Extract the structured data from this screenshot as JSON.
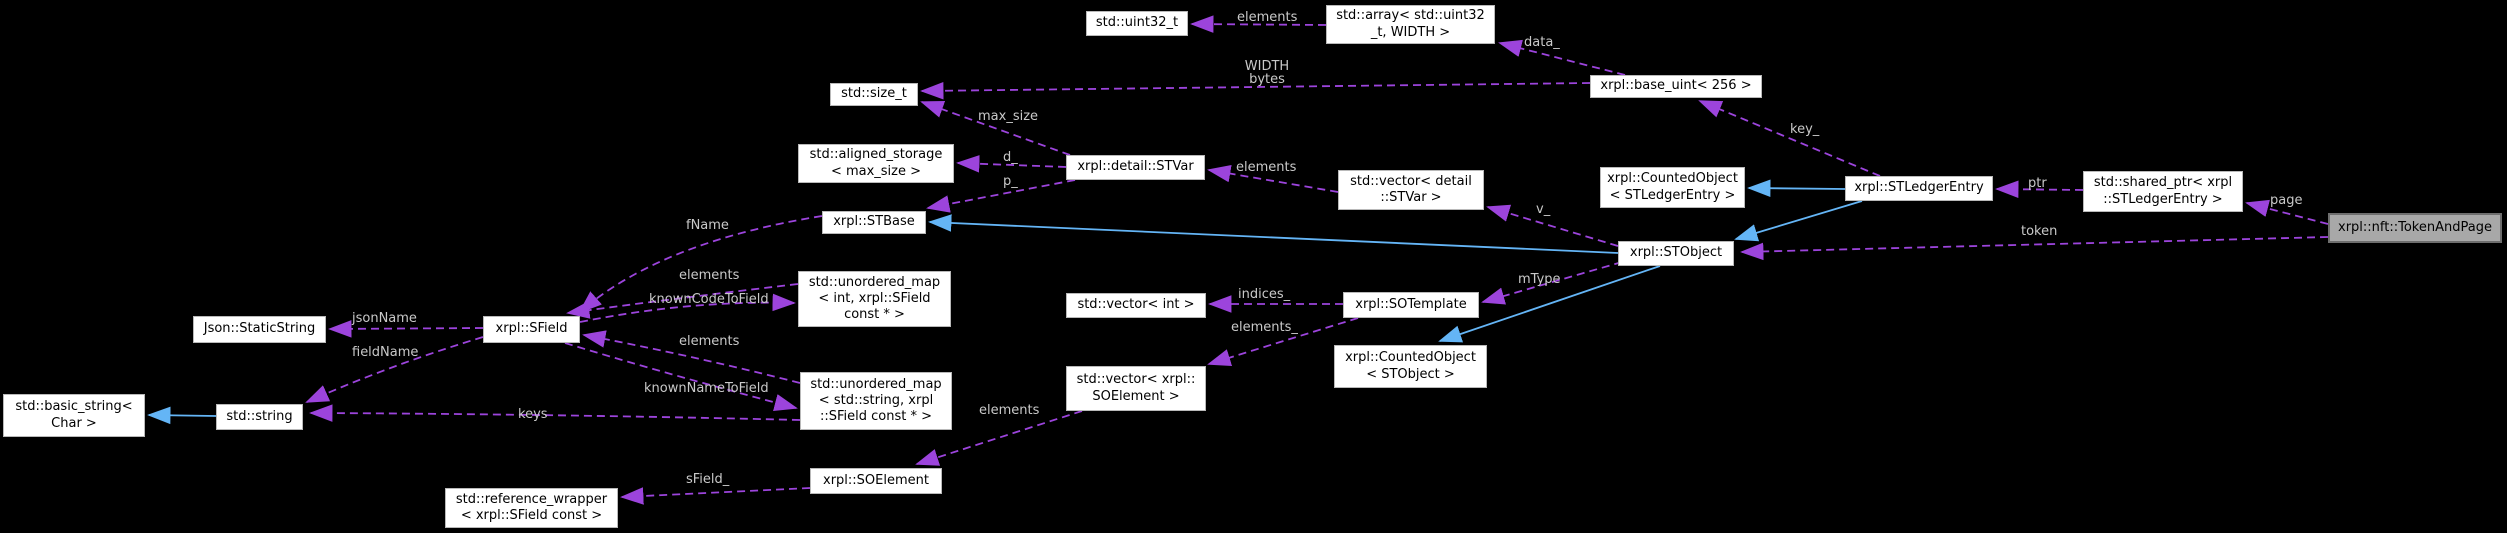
{
  "colors": {
    "background": "#000000",
    "node_fill": "#ffffff",
    "node_border": "#b9b9b9",
    "node_text": "#000000",
    "highlight_fill": "#a8a8a8",
    "highlight_border": "#6e6e6e",
    "usage_edge": "#9c44dc",
    "inheritance_edge": "#64b5f6",
    "edge_label": "#c9c9c9"
  },
  "nodes": [
    {
      "id": "uint32_t",
      "label": "std::uint32_t",
      "highlighted": false
    },
    {
      "id": "array_uint32",
      "label": "std::array< std::uint32\n_t, WIDTH >",
      "highlighted": false
    },
    {
      "id": "base_uint",
      "label": "xrpl::base_uint< 256 >",
      "highlighted": false
    },
    {
      "id": "size_t",
      "label": "std::size_t",
      "highlighted": false
    },
    {
      "id": "aligned_storage",
      "label": "std::aligned_storage\n< max_size >",
      "highlighted": false
    },
    {
      "id": "stvar",
      "label": "xrpl::detail::STVar",
      "highlighted": false
    },
    {
      "id": "vector_stvar",
      "label": "std::vector< detail\n::STVar >",
      "highlighted": false
    },
    {
      "id": "counted_sle",
      "label": "xrpl::CountedObject\n< STLedgerEntry >",
      "highlighted": false
    },
    {
      "id": "stledgerentry",
      "label": "xrpl::STLedgerEntry",
      "highlighted": false
    },
    {
      "id": "shared_ptr",
      "label": "std::shared_ptr< xrpl\n::STLedgerEntry >",
      "highlighted": false
    },
    {
      "id": "token_and_page",
      "label": "xrpl::nft::TokenAndPage",
      "highlighted": true
    },
    {
      "id": "stbase",
      "label": "xrpl::STBase",
      "highlighted": false
    },
    {
      "id": "stobject",
      "label": "xrpl::STObject",
      "highlighted": false
    },
    {
      "id": "static_string",
      "label": "Json::StaticString",
      "highlighted": false
    },
    {
      "id": "sfield",
      "label": "xrpl::SField",
      "highlighted": false
    },
    {
      "id": "umap_int",
      "label": "std::unordered_map\n< int, xrpl::SField\nconst * >",
      "highlighted": false
    },
    {
      "id": "vector_int",
      "label": "std::vector< int >",
      "highlighted": false
    },
    {
      "id": "sotemplate",
      "label": "xrpl::SOTemplate",
      "highlighted": false
    },
    {
      "id": "counted_stobject",
      "label": "xrpl::CountedObject\n< STObject >",
      "highlighted": false
    },
    {
      "id": "basic_string",
      "label": "std::basic_string<\nChar >",
      "highlighted": false
    },
    {
      "id": "string",
      "label": "std::string",
      "highlighted": false
    },
    {
      "id": "umap_string",
      "label": "std::unordered_map\n< std::string, xrpl\n::SField const * >",
      "highlighted": false
    },
    {
      "id": "vector_soelement",
      "label": "std::vector< xrpl::\nSOElement >",
      "highlighted": false
    },
    {
      "id": "soelement",
      "label": "xrpl::SOElement",
      "highlighted": false
    },
    {
      "id": "ref_wrapper",
      "label": "std::reference_wrapper\n< xrpl::SField const >",
      "highlighted": false
    }
  ],
  "edges": [
    {
      "label": "elements",
      "type": "usage",
      "from": "array_uint32",
      "to": "uint32_t"
    },
    {
      "label": "data_",
      "type": "usage",
      "from": "base_uint",
      "to": "array_uint32"
    },
    {
      "label": "WIDTH\nbytes",
      "type": "usage",
      "from": "base_uint",
      "to": "size_t"
    },
    {
      "label": "max_size",
      "type": "usage",
      "from": "stvar",
      "to": "size_t"
    },
    {
      "label": "d_",
      "type": "usage",
      "from": "stvar",
      "to": "aligned_storage"
    },
    {
      "label": "p_",
      "type": "usage",
      "from": "stvar",
      "to": "stbase"
    },
    {
      "label": "elements",
      "type": "usage",
      "from": "vector_stvar",
      "to": "stvar"
    },
    {
      "label": "v_",
      "type": "usage",
      "from": "stobject",
      "to": "vector_stvar"
    },
    {
      "label": "key_",
      "type": "usage",
      "from": "stledgerentry",
      "to": "base_uint"
    },
    {
      "label": "ptr",
      "type": "usage",
      "from": "shared_ptr",
      "to": "stledgerentry"
    },
    {
      "label": "page",
      "type": "usage",
      "from": "token_and_page",
      "to": "shared_ptr"
    },
    {
      "label": "token",
      "type": "usage",
      "from": "token_and_page",
      "to": "stobject"
    },
    {
      "label": "fName",
      "type": "usage",
      "from": "stbase",
      "to": "sfield"
    },
    {
      "label": "elements",
      "type": "usage",
      "from": "umap_int",
      "to": "sfield"
    },
    {
      "label": "knownCodeToField",
      "type": "usage",
      "from": "sfield",
      "to": "umap_int"
    },
    {
      "label": "elements",
      "type": "usage",
      "from": "umap_string",
      "to": "sfield"
    },
    {
      "label": "knownNameToField",
      "type": "usage",
      "from": "sfield",
      "to": "umap_string"
    },
    {
      "label": "jsonName",
      "type": "usage",
      "from": "sfield",
      "to": "static_string"
    },
    {
      "label": "fieldName",
      "type": "usage",
      "from": "sfield",
      "to": "string"
    },
    {
      "label": "keys",
      "type": "usage",
      "from": "umap_string",
      "to": "string"
    },
    {
      "label": "indices_",
      "type": "usage",
      "from": "sotemplate",
      "to": "vector_int"
    },
    {
      "label": "elements_",
      "type": "usage",
      "from": "sotemplate",
      "to": "vector_soelement"
    },
    {
      "label": "mType",
      "type": "usage",
      "from": "stobject",
      "to": "sotemplate"
    },
    {
      "label": "elements",
      "type": "usage",
      "from": "vector_soelement",
      "to": "soelement"
    },
    {
      "label": "sField_",
      "type": "usage",
      "from": "soelement",
      "to": "ref_wrapper"
    },
    {
      "label": "",
      "type": "inheritance",
      "from": "string",
      "to": "basic_string"
    },
    {
      "label": "",
      "type": "inheritance",
      "from": "stobject",
      "to": "stbase"
    },
    {
      "label": "",
      "type": "inheritance",
      "from": "stobject",
      "to": "counted_stobject"
    },
    {
      "label": "",
      "type": "inheritance",
      "from": "stledgerentry",
      "to": "counted_sle"
    },
    {
      "label": "",
      "type": "inheritance",
      "from": "stledgerentry",
      "to": "stobject"
    }
  ]
}
